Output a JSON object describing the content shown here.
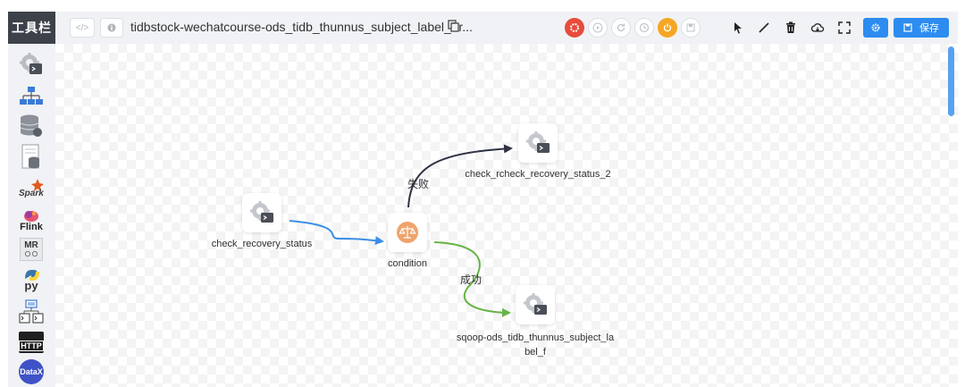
{
  "toolbar": {
    "title": "工具栏",
    "items": [
      {
        "name": "shell"
      },
      {
        "name": "sub-process"
      },
      {
        "name": "procedure"
      },
      {
        "name": "sql"
      },
      {
        "name": "spark",
        "text": "Spark"
      },
      {
        "name": "flink",
        "text": "Flink"
      },
      {
        "name": "mr",
        "text": "MR"
      },
      {
        "name": "python",
        "text": "py"
      },
      {
        "name": "dependent"
      },
      {
        "name": "http",
        "text": "HTTP"
      },
      {
        "name": "datax",
        "text": "DataX"
      }
    ]
  },
  "header": {
    "title": "tidbstock-wechatcourse-ods_tidb_thunnus_subject_label_f-r...",
    "save_label": "保存"
  },
  "nodes": [
    {
      "id": "check_recovery_status",
      "label": "check_recovery_status"
    },
    {
      "id": "condition",
      "label": "condition"
    },
    {
      "id": "check_rcheck",
      "label": "check_rcheck_recovery_status_2"
    },
    {
      "id": "sqoop",
      "label_line1": "sqoop-ods_tidb_thunnus_subject_la",
      "label_line2": "bel_f"
    }
  ],
  "edges": {
    "fail_label": "失败",
    "success_label": "成功"
  },
  "colors": {
    "toolbar_title_bg": "#3d4149",
    "primary": "#2d8cf0",
    "stop_red": "#e74c3c",
    "warn_orange": "#f5a623",
    "fail_edge": "#2f3242",
    "success_edge": "#67b346",
    "flow_edge": "#3b8ee8",
    "condition_icon": "#f0a36c"
  }
}
